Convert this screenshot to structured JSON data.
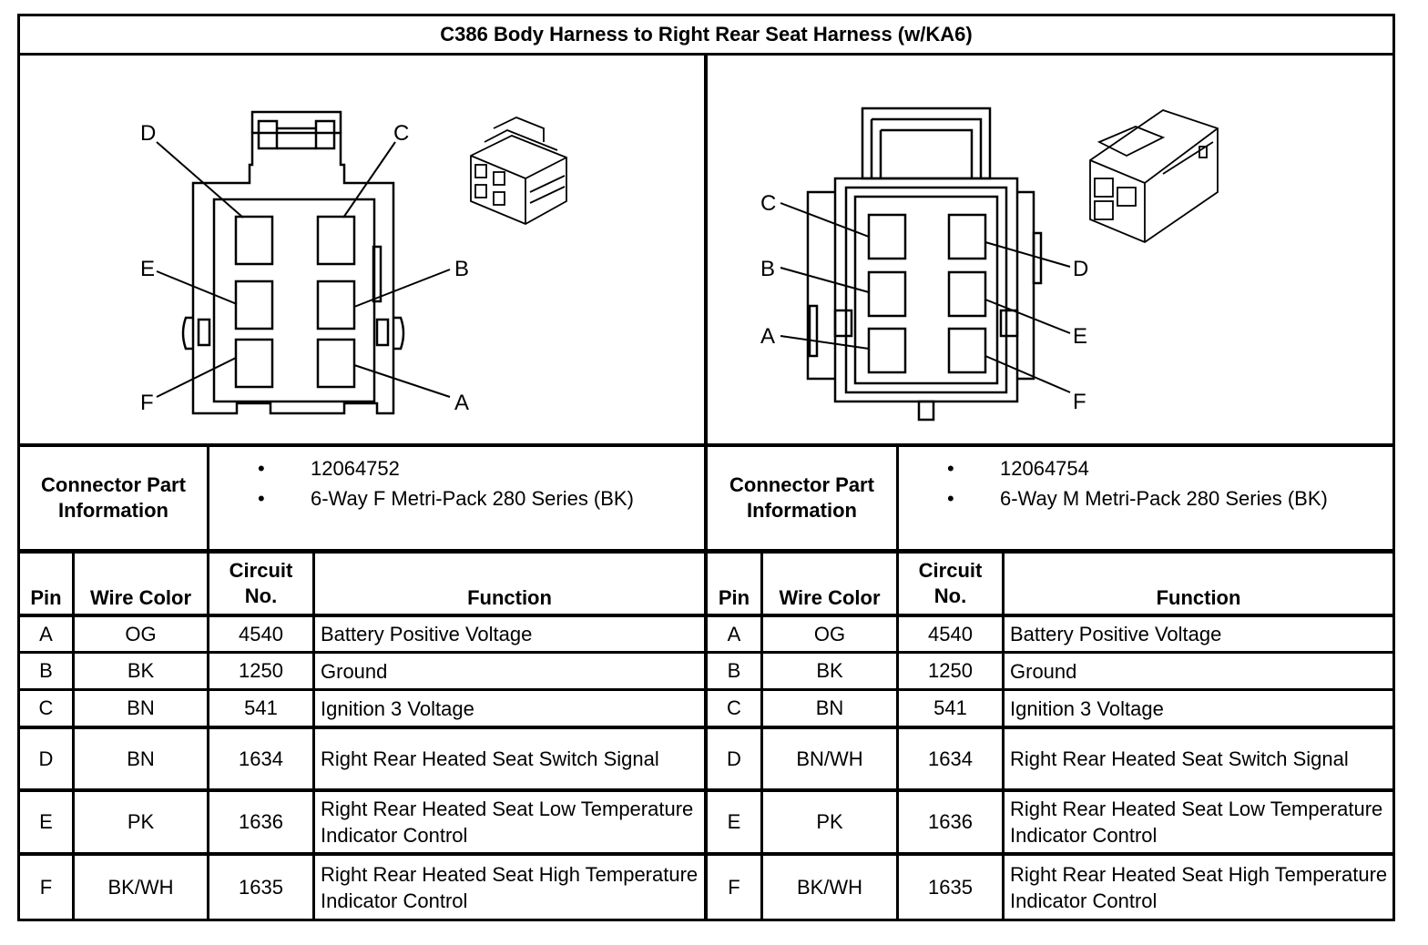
{
  "title": "C386 Body Harness to Right Rear Seat Harness (w/KA6)",
  "left": {
    "pin_labels": [
      "D",
      "C",
      "E",
      "B",
      "F",
      "A"
    ],
    "info_label_line1": "Connector Part",
    "info_label_line2": "Information",
    "bullets": [
      "12064752",
      "6-Way F Metri-Pack 280 Series (BK)"
    ],
    "headers": {
      "pin": "Pin",
      "wire": "Wire Color",
      "circuit_line1": "Circuit",
      "circuit_line2": "No.",
      "function": "Function"
    },
    "rows": [
      {
        "pin": "A",
        "wire": "OG",
        "circuit": "4540",
        "function": "Battery Positive Voltage"
      },
      {
        "pin": "B",
        "wire": "BK",
        "circuit": "1250",
        "function": "Ground"
      },
      {
        "pin": "C",
        "wire": "BN",
        "circuit": "541",
        "function": "Ignition 3 Voltage"
      },
      {
        "pin": "D",
        "wire": "BN",
        "circuit": "1634",
        "function": "Right Rear Heated Seat Switch Signal"
      },
      {
        "pin": "E",
        "wire": "PK",
        "circuit": "1636",
        "function": "Right Rear Heated Seat Low Temperature Indicator Control"
      },
      {
        "pin": "F",
        "wire": "BK/WH",
        "circuit": "1635",
        "function": "Right Rear Heated Seat High Temperature Indicator Control"
      }
    ]
  },
  "right": {
    "pin_labels": [
      "C",
      "D",
      "B",
      "E",
      "A",
      "F"
    ],
    "info_label_line1": "Connector Part",
    "info_label_line2": "Information",
    "bullets": [
      "12064754",
      "6-Way M Metri-Pack 280 Series (BK)"
    ],
    "headers": {
      "pin": "Pin",
      "wire": "Wire Color",
      "circuit_line1": "Circuit",
      "circuit_line2": "No.",
      "function": "Function"
    },
    "rows": [
      {
        "pin": "A",
        "wire": "OG",
        "circuit": "4540",
        "function": "Battery Positive Voltage"
      },
      {
        "pin": "B",
        "wire": "BK",
        "circuit": "1250",
        "function": "Ground"
      },
      {
        "pin": "C",
        "wire": "BN",
        "circuit": "541",
        "function": "Ignition 3 Voltage"
      },
      {
        "pin": "D",
        "wire": "BN/WH",
        "circuit": "1634",
        "function": "Right Rear Heated Seat Switch Signal"
      },
      {
        "pin": "E",
        "wire": "PK",
        "circuit": "1636",
        "function": "Right Rear Heated Seat Low Temperature Indicator Control"
      },
      {
        "pin": "F",
        "wire": "BK/WH",
        "circuit": "1635",
        "function": "Right Rear Heated Seat High Temperature Indicator Control"
      }
    ]
  }
}
